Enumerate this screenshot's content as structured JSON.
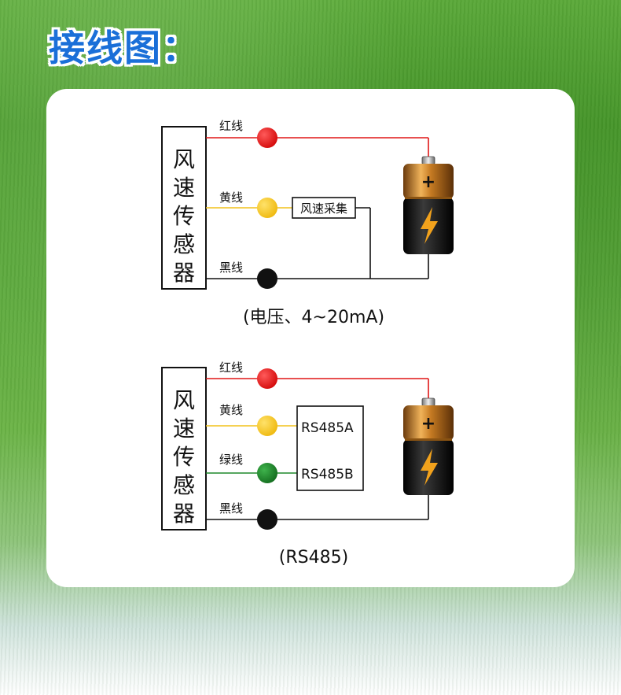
{
  "title": "接线图：",
  "diagram1": {
    "sensor_label": [
      "风",
      "速",
      "传",
      "感",
      "器"
    ],
    "wires": [
      "红线",
      "黄线",
      "黑线"
    ],
    "module_label": "风速采集",
    "caption": "(电压、4~20mA)"
  },
  "diagram2": {
    "sensor_label": [
      "风",
      "速",
      "传",
      "感",
      "器"
    ],
    "wires": [
      "红线",
      "黄线",
      "绿线",
      "黑线"
    ],
    "module_labels": [
      "RS485A",
      "RS485B"
    ],
    "caption": "(RS485)"
  },
  "battery": {
    "plus_symbol": "+"
  },
  "colors": {
    "red": "#e01616",
    "yellow": "#f2c21c",
    "green": "#1f8a2c",
    "black": "#111111",
    "title_blue": "#1a6fd8"
  }
}
